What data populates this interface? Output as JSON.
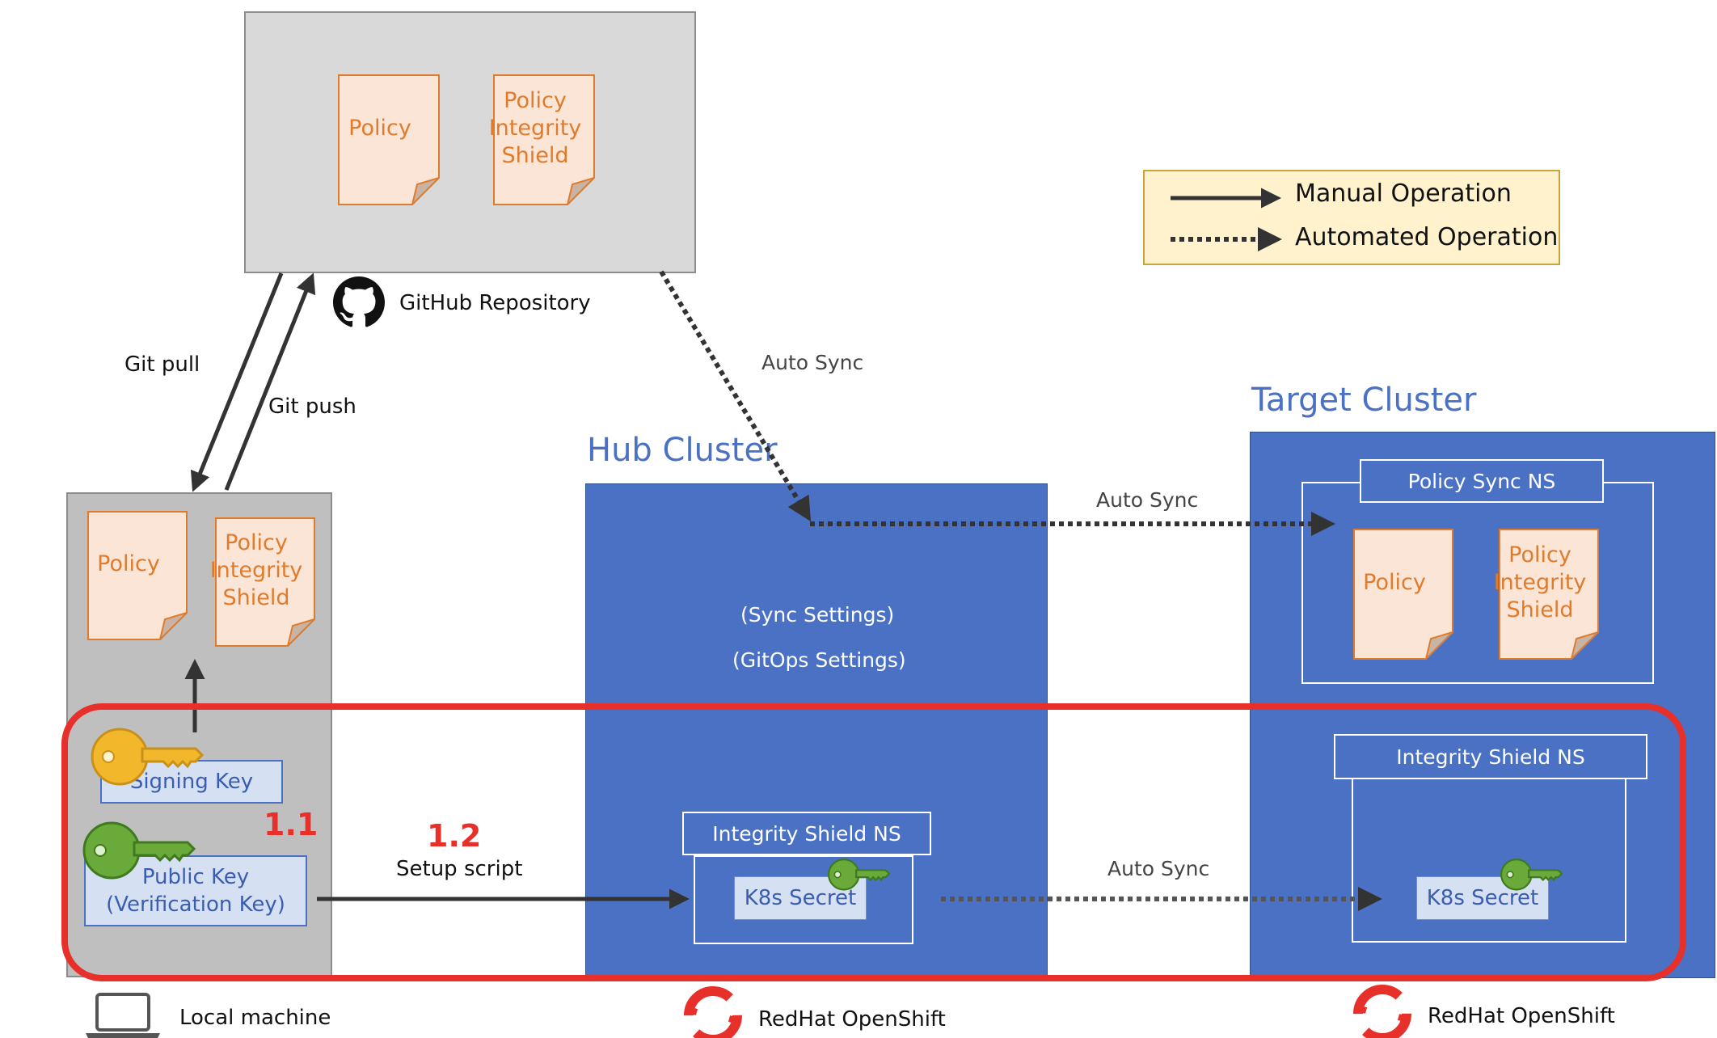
{
  "repo": {
    "label": "GitHub Repository",
    "docs": [
      "Policy",
      "Policy\nIntegrity\nShield"
    ]
  },
  "legend": {
    "manual": "Manual Operation",
    "automated": "Automated Operation"
  },
  "edges": {
    "git_pull": "Git pull",
    "git_push": "Git push",
    "auto_sync_repo": "Auto Sync",
    "auto_sync_hub_policy": "Auto Sync",
    "auto_sync_secret": "Auto Sync",
    "setup_script": "Setup script"
  },
  "steps": {
    "s11": "1.1",
    "s12": "1.2"
  },
  "local": {
    "label": "Local machine",
    "docs": [
      "Policy",
      "Policy\nIntegrity\nShield"
    ],
    "signing_key": "Signing Key",
    "public_key": "Public Key\n(Verification Key)"
  },
  "hub": {
    "title": "Hub Cluster",
    "sync_settings": "(Sync Settings)",
    "gitops_settings": "(GitOps Settings)",
    "ns": "Integrity Shield NS",
    "secret": "K8s Secret",
    "platform": "RedHat OpenShift"
  },
  "target": {
    "title": "Target Cluster",
    "policy_ns": "Policy Sync NS",
    "docs": [
      "Policy",
      "Policy\nIntegrity\nShield"
    ],
    "ns": "Integrity Shield NS",
    "secret": "K8s Secret",
    "platform": "RedHat OpenShift"
  },
  "colors": {
    "cluster_blue": "#4a71c4",
    "doc_fill": "#fbe5d6",
    "doc_text": "#e07b2c",
    "highlight_red": "#e8302a",
    "key_yellow": "#f3b72c",
    "key_green": "#6aaa3a",
    "legend_bg": "#fff2cc",
    "repo_bg": "#d9d9d9",
    "local_bg": "#bfbfbf"
  }
}
